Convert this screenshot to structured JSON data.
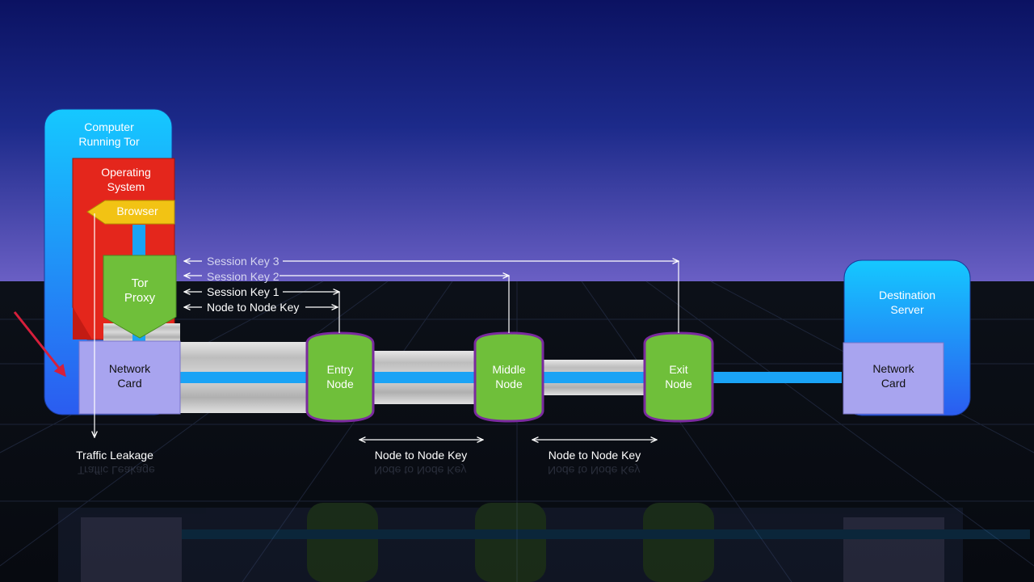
{
  "computer": {
    "label": "Computer\nRunning Tor"
  },
  "operating_system": {
    "label": "Operating\nSystem"
  },
  "browser": {
    "label": "Browser"
  },
  "tor_proxy": {
    "label": "Tor\nProxy"
  },
  "network_card_local": {
    "label": "Network\nCard"
  },
  "destination": {
    "label": "Destination\nServer"
  },
  "network_card_dest": {
    "label": "Network\nCard"
  },
  "nodes": {
    "entry": {
      "label": "Entry\nNode"
    },
    "middle": {
      "label": "Middle\nNode"
    },
    "exit": {
      "label": "Exit\nNode"
    }
  },
  "keys": {
    "session_key_3": "Session Key 3",
    "session_key_2": "Session Key 2",
    "session_key_1": "Session Key 1",
    "node_to_node": "Node to Node Key"
  },
  "bottom": {
    "traffic_leakage": "Traffic Leakage",
    "key_entry_middle": "Node to Node Key",
    "key_middle_exit": "Node to Node Key"
  },
  "colors": {
    "computer": "#1e90ff",
    "operating_system": "#e4261c",
    "browser": "#f2c314",
    "tor_proxy": "#6fbf3a",
    "network_card": "#a8a4ef",
    "node": "#6fbf3a",
    "node_outline": "#7a2a9e",
    "data_line": "#1aa3f5",
    "arrow": "#d61f3b"
  }
}
